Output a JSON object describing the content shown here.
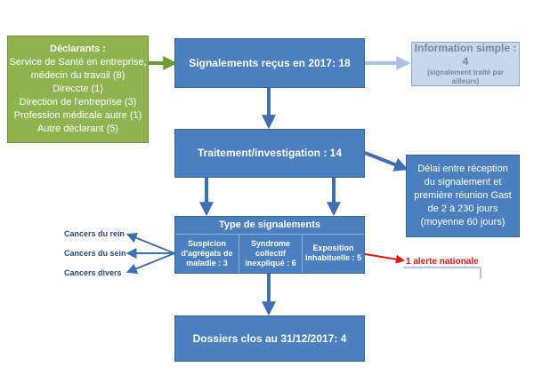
{
  "declarants": {
    "title": "Déclarants :",
    "lines": [
      "Service de Santé en entreprise,",
      "médecin du travail (8)",
      "Direccte (1)",
      "Direction de l'entreprise (3)",
      "Profession médicale autre (1)",
      "Autre déclarant (5)"
    ]
  },
  "signalements": "Signalements reçus en 2017: 18",
  "info_simple": {
    "title": "Information simple : 4",
    "note": "(signalement traité par ailleurs)"
  },
  "traitement": "Traitement/investigation : 14",
  "delai": [
    "Délai entre réception",
    "du signalement et",
    "première réunion Gast",
    "de 2 à 230 jours",
    "(moyenne 60 jours)"
  ],
  "types": {
    "title": "Type de signalements",
    "cells": [
      "Suspicion d'agrégats de maladie : 3",
      "Syndrome collectif inexpliqué : 6",
      "Exposition inhabituelle : 5"
    ]
  },
  "cancers": [
    "Cancers du rein",
    "Cancers du sein",
    "Cancers divers"
  ],
  "alerte": "1 alerte nationale",
  "dossiers": "Dossiers clos au 31/12/2017: 4",
  "colors": {
    "blue": "#4a7fc0",
    "green": "#8eb44f",
    "light": "#c8d7ee",
    "arrow": "#3f6fb0",
    "red": "#e8130f"
  }
}
